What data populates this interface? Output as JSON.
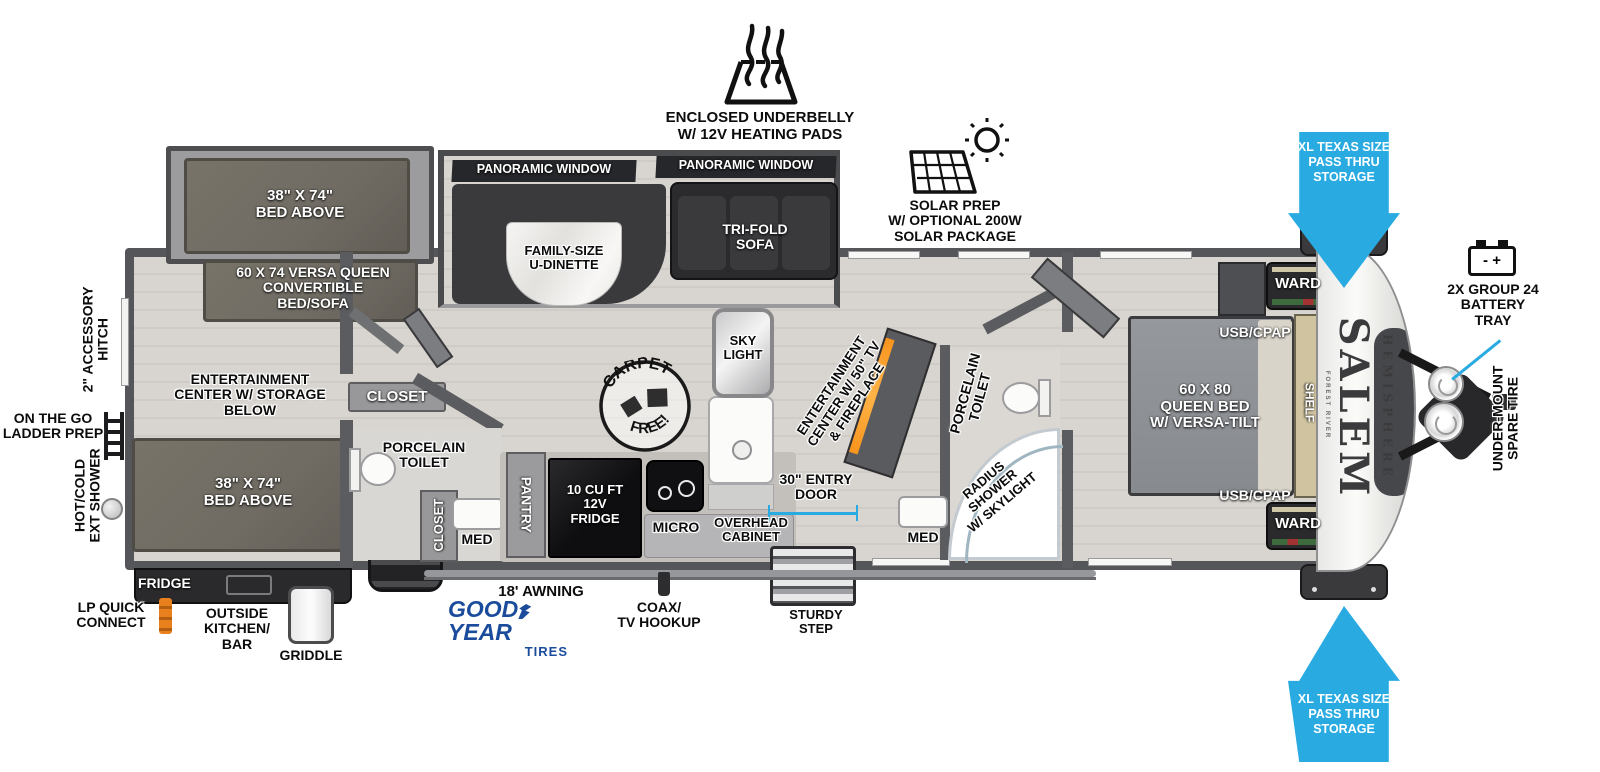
{
  "callouts": {
    "underbelly": "ENCLOSED UNDERBELLY\nW/ 12V HEATING PADS",
    "solar": "SOLAR PREP\nW/ OPTIONAL 200W\nSOLAR PACKAGE",
    "accessory_hitch": "2\" ACCESSORY\nHITCH",
    "ladder_prep": "ON THE GO\nLADDER PREP",
    "ext_shower": "HOT/COLD\nEXT SHOWER",
    "lp_quick_connect": "LP QUICK\nCONNECT",
    "fridge_exterior": "FRIDGE",
    "outside_kitchen_bar": "OUTSIDE\nKITCHEN/\nBAR",
    "griddle": "GRIDDLE",
    "awning": "18' AWNING",
    "coax_tv": "COAX/\nTV HOOKUP",
    "entry_door": "30\" ENTRY\nDOOR",
    "sturdy_step": "STURDY\nSTEP",
    "pass_thru_top": "XL TEXAS SIZE\nPASS THRU\nSTORAGE",
    "pass_thru_bottom": "XL TEXAS SIZE\nPASS THRU\nSTORAGE",
    "battery_tray": "2X GROUP 24\nBATTERY\nTRAY",
    "battery_icon": "-  +",
    "spare_tire": "UNDER-MOUNT\nSPARE TIRE"
  },
  "interior": {
    "bunk_upper": "38\" X 74\"\nBED ABOVE",
    "versa_queen": "60 X 74 VERSA QUEEN\nCONVERTIBLE\nBED/SOFA",
    "ent_center_rear": "ENTERTAINMENT\nCENTER W/ STORAGE\nBELOW",
    "closet_bunk": "CLOSET",
    "bunk_lower": "38\" X 74\"\nBED ABOVE",
    "toilet_rear": "PORCELAIN\nTOILET",
    "closet_bath": "CLOSET",
    "med_rear": "MED",
    "pantry": "PANTRY",
    "fridge_12v": "10 CU FT\n12V\nFRIDGE",
    "micro": "MICRO",
    "overhead_cabinet": "OVERHEAD\nCABINET",
    "sky_light": "SKY\nLIGHT",
    "panoramic_window_left": "PANORAMIC WINDOW",
    "panoramic_window_right": "PANORAMIC WINDOW",
    "dinette": "FAMILY-SIZE\nU-DINETTE",
    "sofa": "TRI-FOLD\nSOFA",
    "ent_center_main": "ENTERTAINMENT\nCENTER W/ 50\" TV\n& FIREPLACE",
    "toilet_mid": "PORCELAIN\nTOILET",
    "shower": "RADIUS\nSHOWER\nW/ SKYLIGHT",
    "med_mid": "MED",
    "queen_bed": "60 X 80\nQUEEN BED\nW/ VERSA-TILT",
    "usb_cpap_top": "USB/CPAP",
    "usb_cpap_bottom": "USB/CPAP",
    "ward_top": "WARD",
    "ward_bottom": "WARD",
    "shelf": "SHELF"
  },
  "badges": {
    "carpet_free_top": "CARPET",
    "carpet_free_bottom": "FREE!",
    "goodyear_good": "GOOD",
    "goodyear_year": "YEAR",
    "goodyear_tires": "TIRES"
  },
  "brand": {
    "salem": "SALEM",
    "hemisphere": "HEMISPHERE",
    "forest_river": "FOREST RIVER"
  },
  "colors": {
    "arrow_blue": "#29ABE2",
    "dimension_blue": "#29ABE2",
    "goodyear_blue": "#1B4C9C",
    "fireplace_orange": "#F7941E",
    "lp_orange": "#E8801E"
  }
}
